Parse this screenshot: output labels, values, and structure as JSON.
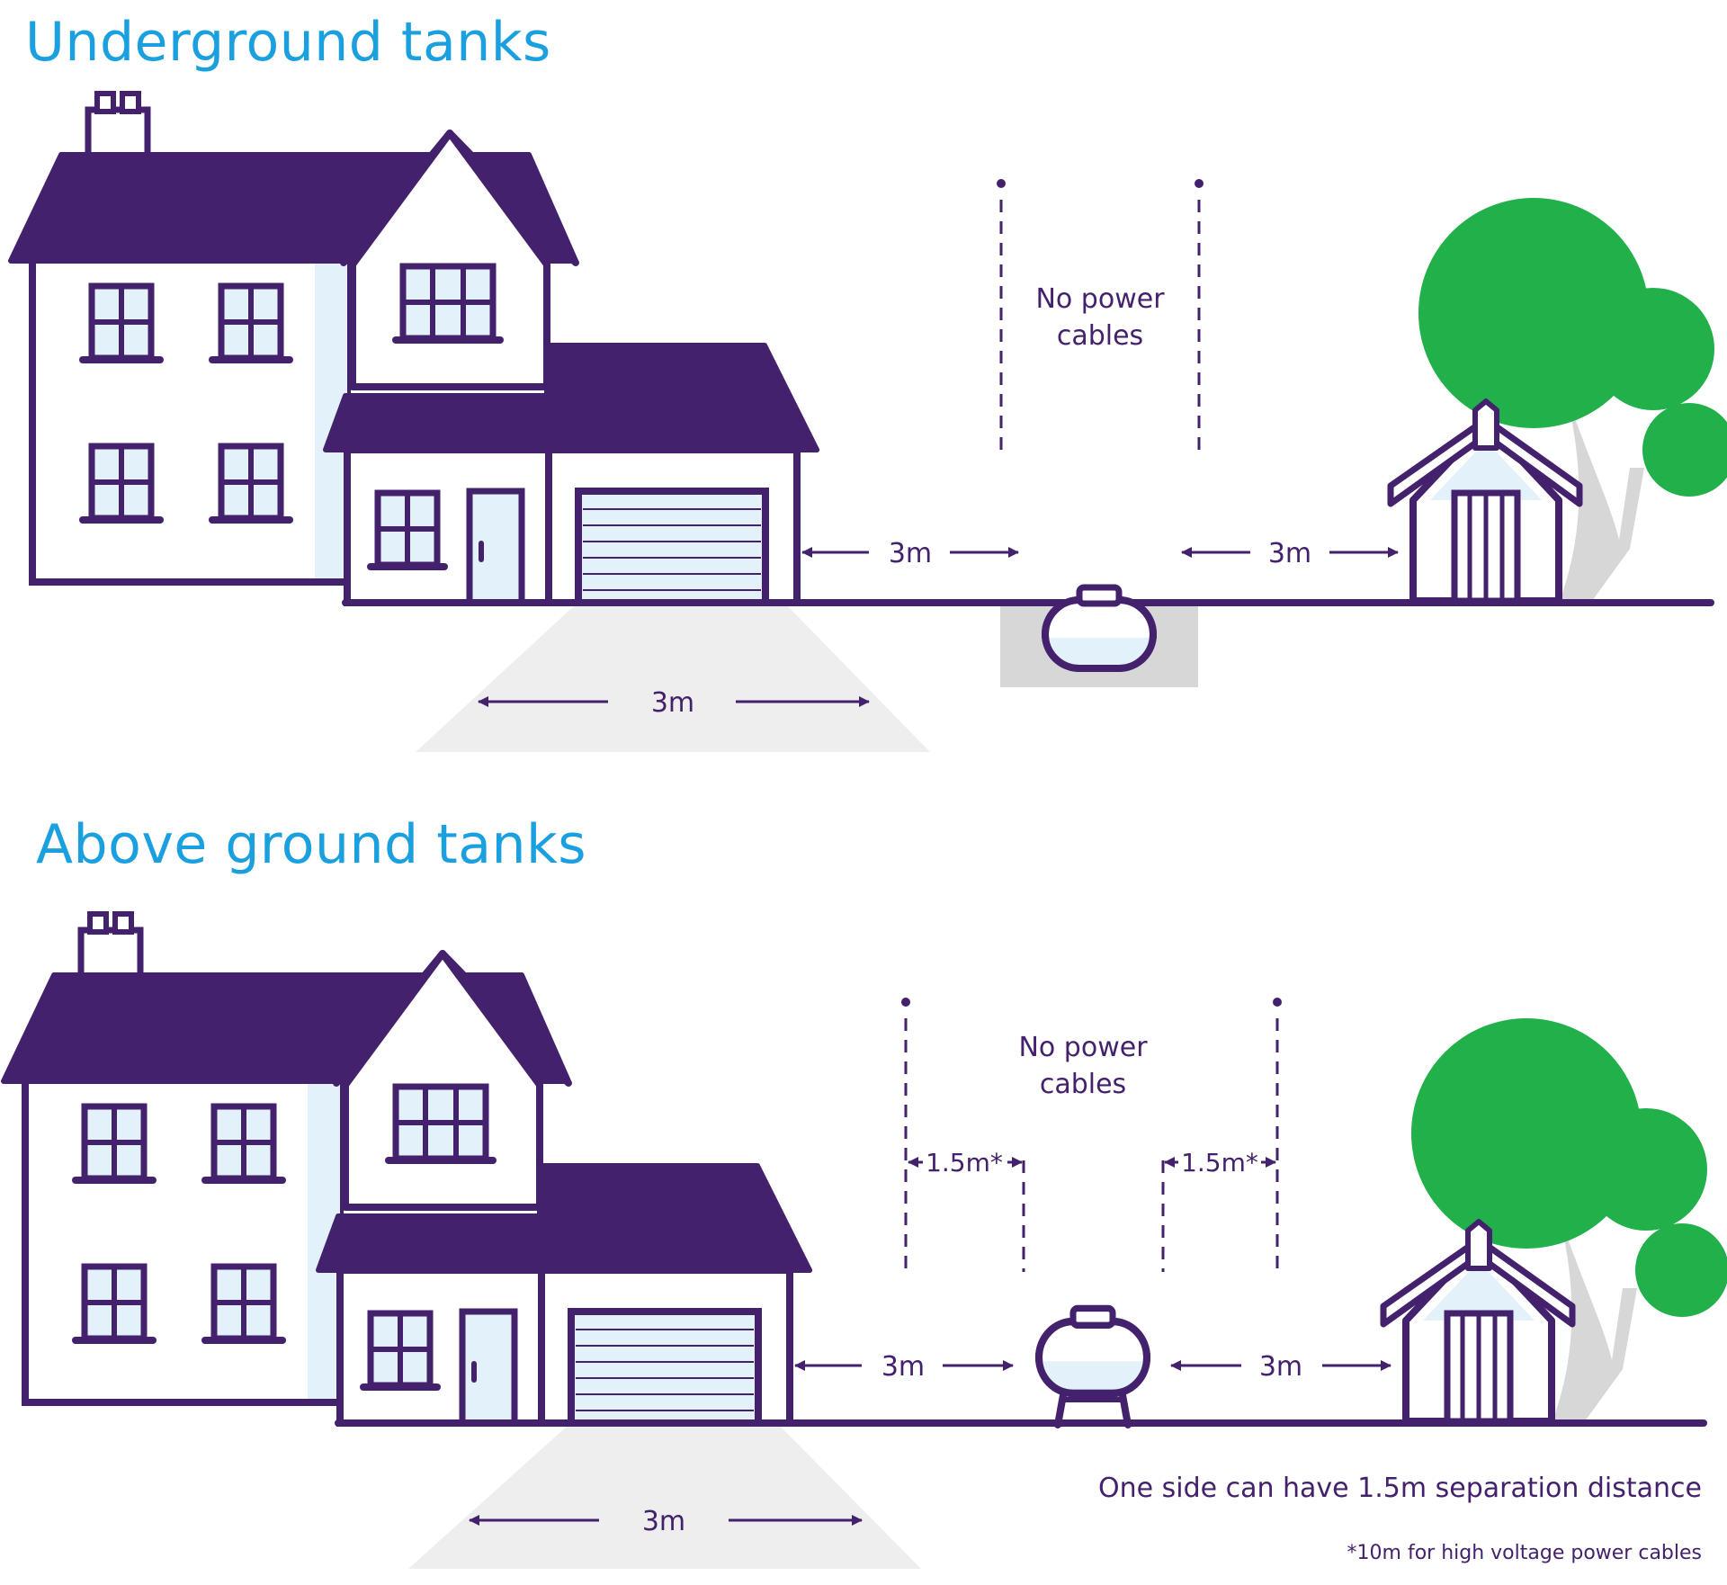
{
  "underground": {
    "title": "Underground tanks",
    "no_power_line1": "No power",
    "no_power_line2": "cables",
    "dist_house_tank": "3m",
    "dist_tank_shed": "3m",
    "dist_driveway": "3m"
  },
  "above": {
    "title": "Above ground tanks",
    "no_power_line1": "No power",
    "no_power_line2": "cables",
    "dist_left_cable": "1.5m*",
    "dist_right_cable": "1.5m*",
    "dist_house_tank": "3m",
    "dist_tank_shed": "3m",
    "dist_driveway": "3m",
    "note_separation": "One side can have 1.5m separation distance",
    "footnote": "*10m for high voltage power cables"
  },
  "colors": {
    "outline": "#43216c",
    "roof": "#43216c",
    "window_glass": "#e2f1fa",
    "wall_shade": "#e2f1fa",
    "tree": "#22b04b",
    "trunk": "#d7d7d7",
    "pit": "#d7d7d7",
    "driveway": "#eeeeee",
    "title": "#1aa0df"
  }
}
